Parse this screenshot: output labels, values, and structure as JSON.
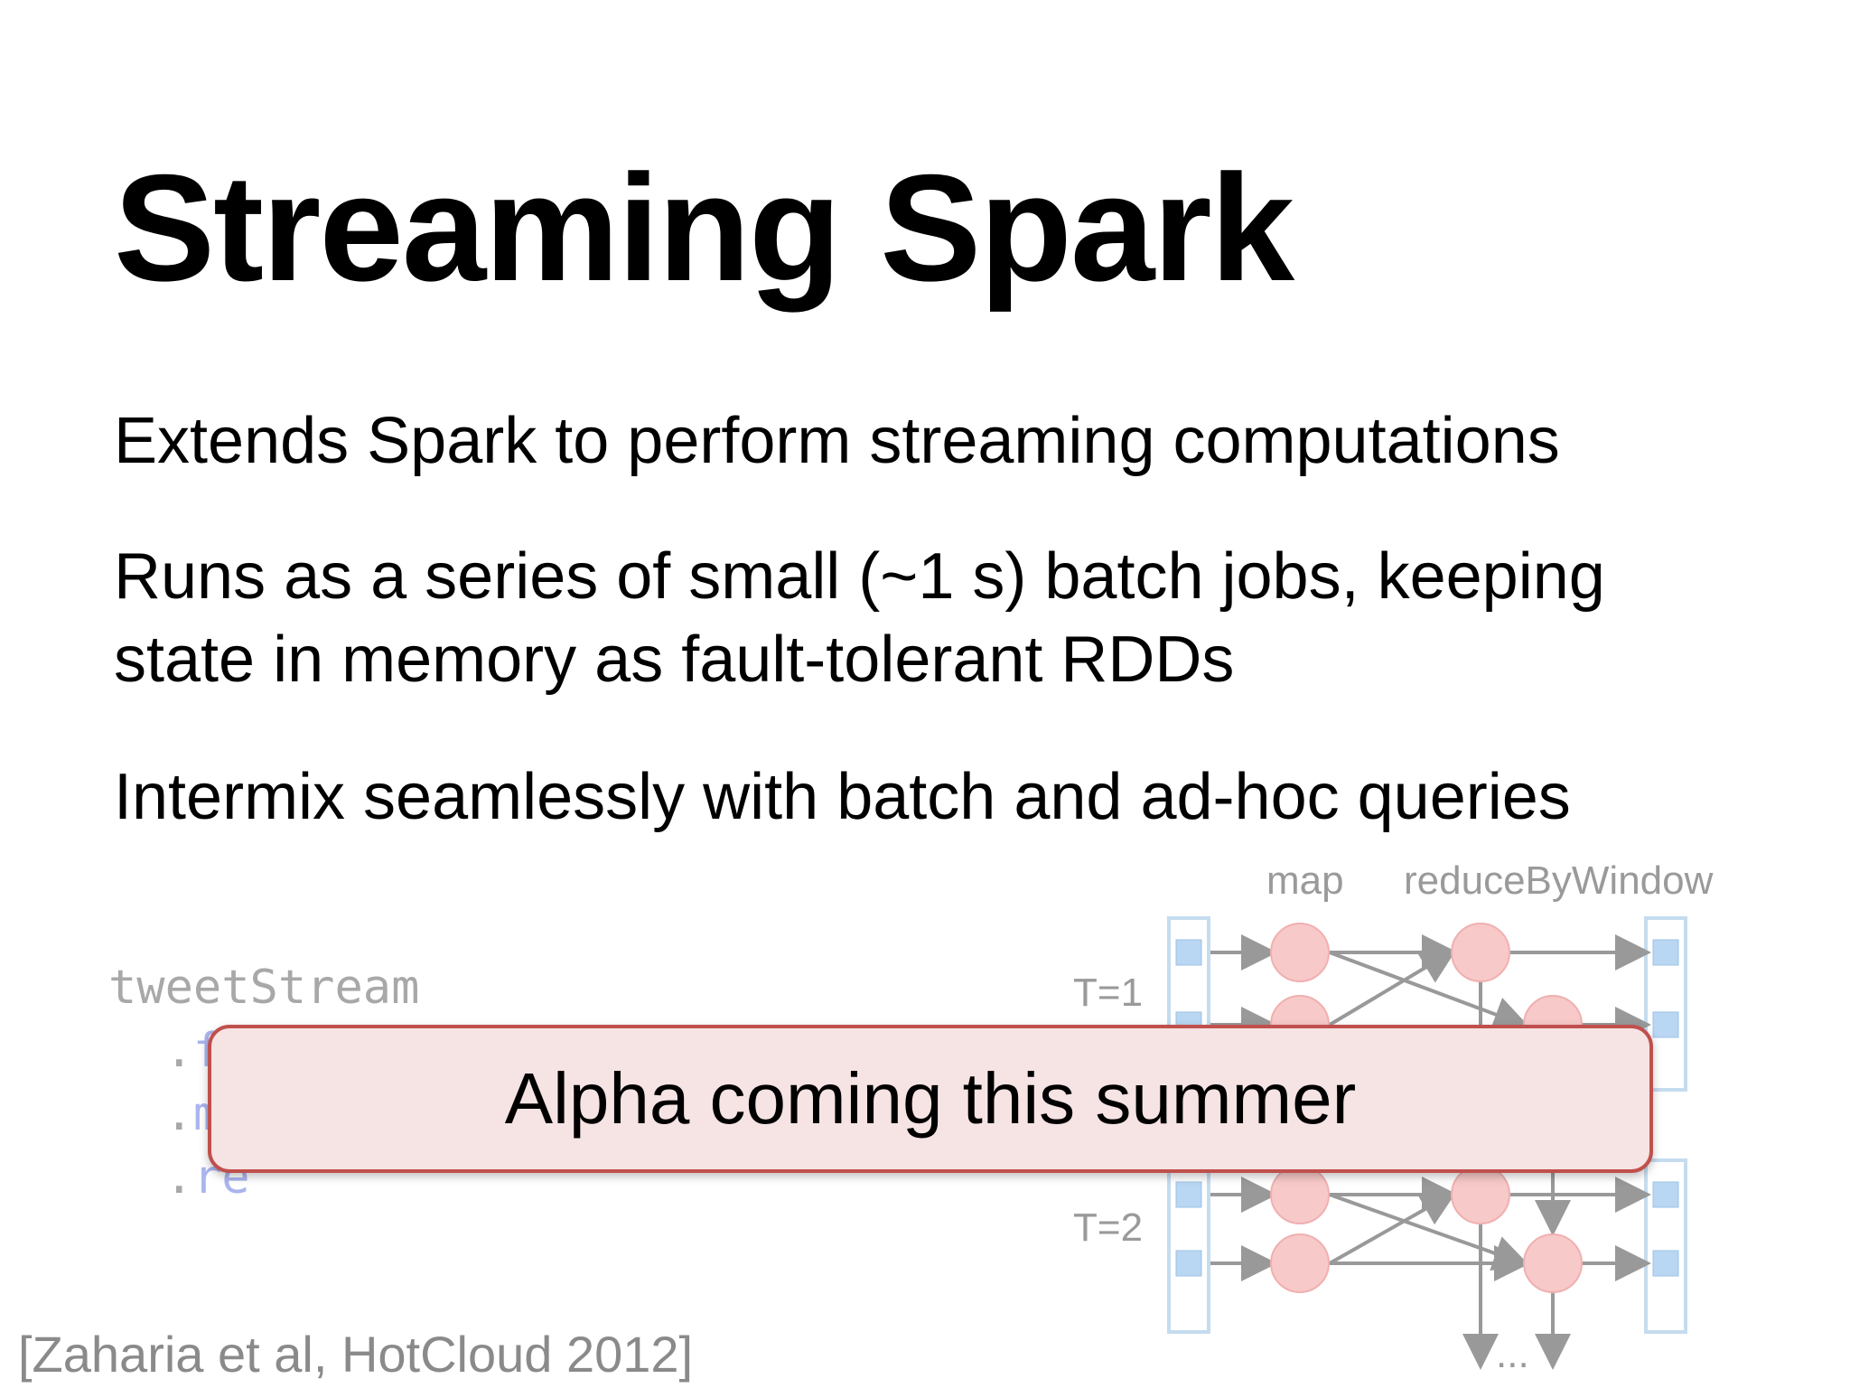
{
  "slide": {
    "title": "Streaming Spark",
    "bullets": [
      "Extends Spark to perform streaming computations",
      "Runs as a series of small (~1 s) batch jobs, keeping\nstate in memory as fault-tolerant RDDs",
      "Intermix seamlessly with batch and ad-hoc queries"
    ],
    "code": {
      "line1": "tweetStream",
      "line2_dot": "  .",
      "line2_method": "fl",
      "line3_dot": "  .",
      "line3_method": "ma",
      "line4_dot": "  .",
      "line4_method": "re"
    },
    "diagram": {
      "label_map": "map",
      "label_reduce": "reduceByWindow",
      "label_t1": "T=1",
      "label_t2": "T=2",
      "ellipsis": "..."
    },
    "citation": "[Zaharia et al, HotCloud 2012]",
    "banner": "Alpha coming this summer"
  },
  "colors": {
    "banner_fill": "#f6e3e3",
    "banner_border": "#c0504d",
    "node_fill": "#f8c9c9",
    "partition_fill": "#b9d6f2",
    "code_method": "#aab5ee"
  }
}
